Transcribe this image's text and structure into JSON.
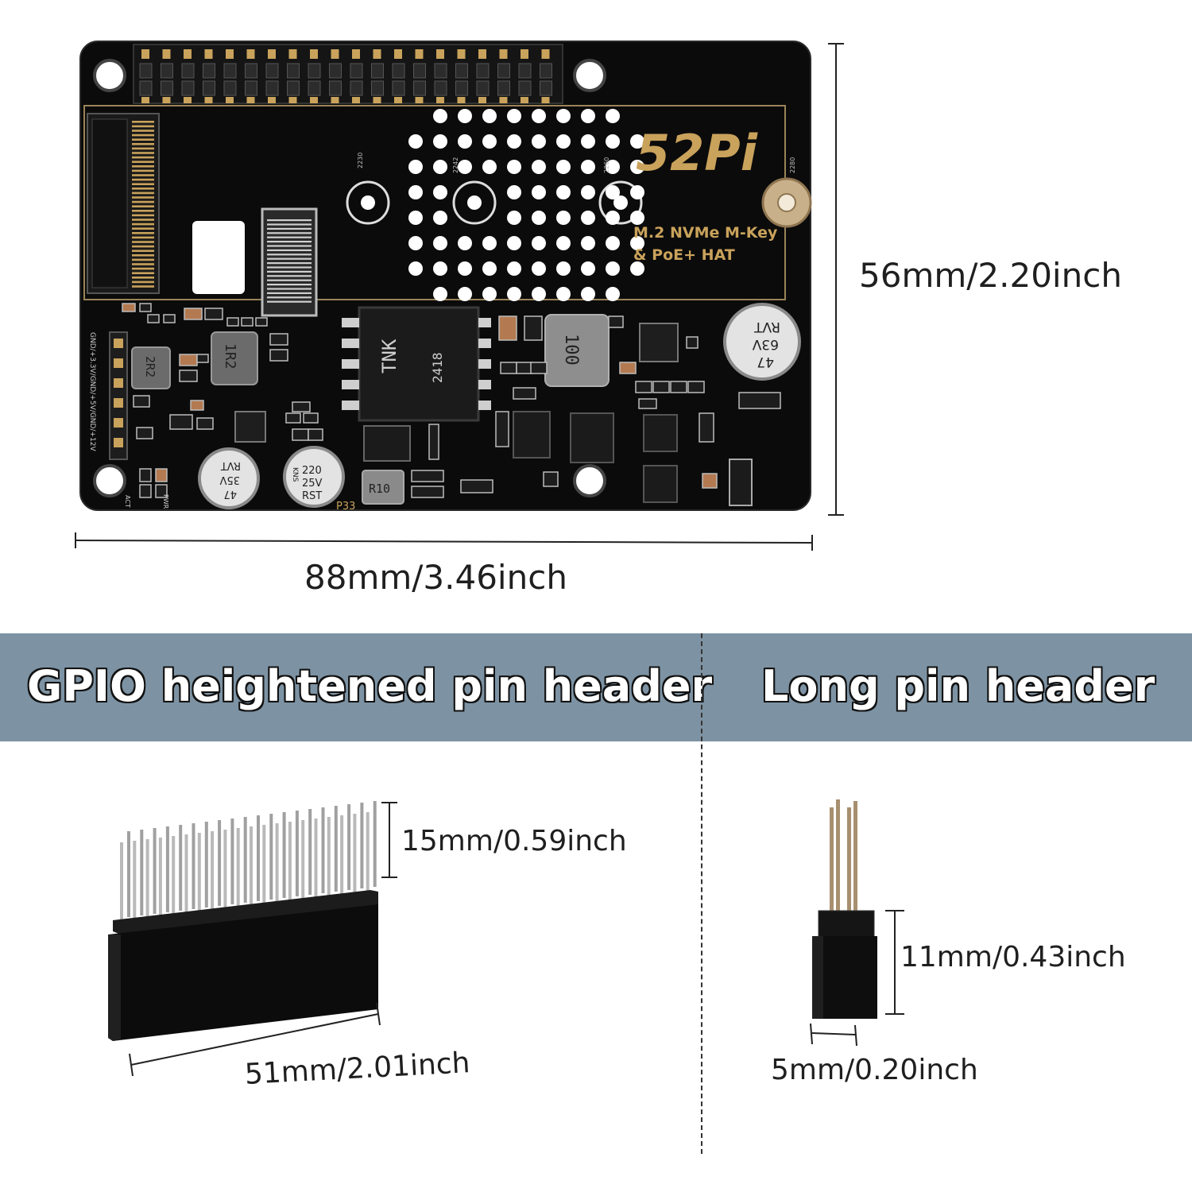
{
  "board": {
    "brand_logo": "52Pi",
    "product_line1": "M.2 NVMe M-Key",
    "product_line2": "& PoE+ HAT",
    "width_label": "88mm/3.46inch",
    "height_label": "56mm/2.20inch",
    "silkscreen": {
      "transformer": "TNK",
      "transformer_code": "2418",
      "inductor_1r2": "1R2",
      "inductor_2r2": "2R2",
      "inductor_100": "100",
      "inductor_r10": "R10",
      "cap_63v_lines": [
        "47",
        "63V",
        "RVT"
      ],
      "cap_35v_lines": [
        "47",
        "35V",
        "RVT"
      ],
      "cap_25v_lines": [
        "220",
        "25V",
        "RST"
      ],
      "cap_25v_side": "KNS",
      "pin_label": "GND/+3.3V/GND/+5V/GND/+12V",
      "p33": "P33",
      "act": "ACT",
      "pwr": "PWR",
      "m2_code": "2280",
      "m2_code_2": "2260",
      "m2_code_3": "2242",
      "m2_code_4": "2230"
    }
  },
  "sections": {
    "left_title": "GPIO heightened pin header",
    "right_title": "Long pin header"
  },
  "gpio_header": {
    "pin_height_label": "15mm/0.59inch",
    "length_label": "51mm/2.01inch"
  },
  "long_header": {
    "height_label": "11mm/0.43inch",
    "width_label": "5mm/0.20inch"
  },
  "colors": {
    "banner": "#7d93a4",
    "pcb": "#0b0b0b",
    "silk_gold": "#c9a25b",
    "pin_metal": "#b9b9b9"
  }
}
